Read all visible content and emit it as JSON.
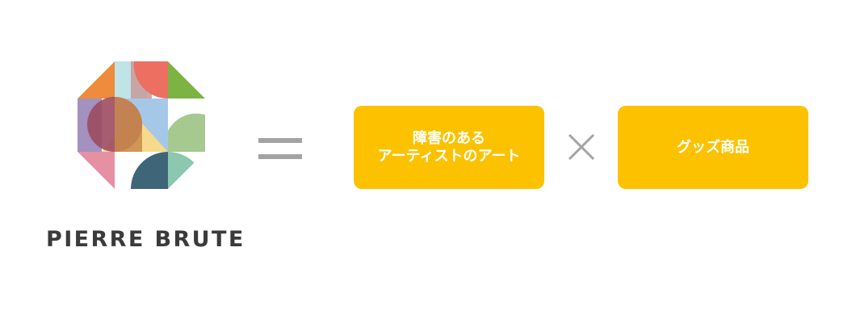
{
  "brand": {
    "name": "PIERRE BRUTE"
  },
  "equation": {
    "left_box": {
      "line1": "障害のある",
      "line2": "アーティストのアート"
    },
    "right_box": {
      "label": "グッズ商品"
    },
    "equals_icon": "equals-sign-icon",
    "times_icon": "multiply-sign-icon"
  },
  "colors": {
    "box_fill": "#fcc200",
    "box_text": "#ffffff",
    "operator": "#a3a3a3",
    "brand_text": "#3b3b3b"
  }
}
